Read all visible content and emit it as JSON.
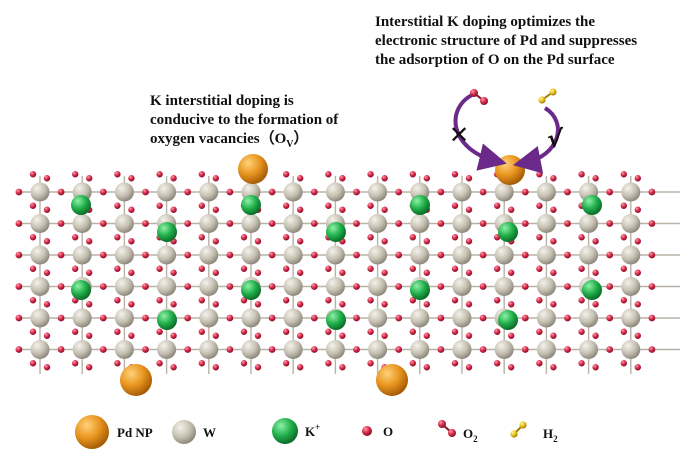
{
  "annotations": {
    "left": {
      "line1": "K interstitial doping is",
      "line2": "conducive to the formation of",
      "line3_main": "oxygen vacancies（O",
      "line3_sub": "V",
      "line3_end": "）"
    },
    "right": {
      "line1": "Interstitial K doping optimizes the",
      "line2": "electronic structure of Pd and suppresses",
      "line3": "the adsorption of O on the Pd surface"
    }
  },
  "cycle": {
    "blocked_mark": "✕",
    "allowed_mark": "√"
  },
  "legend": [
    {
      "key": "pd",
      "label": "Pd NP",
      "sub": ""
    },
    {
      "key": "w",
      "label": "W",
      "sub": ""
    },
    {
      "key": "k",
      "label": "K",
      "sup": "+"
    },
    {
      "key": "o",
      "label": "O",
      "sub": ""
    },
    {
      "key": "o2",
      "label": "O",
      "sub": "2"
    },
    {
      "key": "h2",
      "label": "H",
      "sub": "2"
    }
  ],
  "colors": {
    "pd": "#e8951f",
    "w": "#c5c0b2",
    "k": "#22b14c",
    "o": "#d42a4a",
    "h2": "#e8c21a",
    "arrow": "#6b2a8a"
  }
}
